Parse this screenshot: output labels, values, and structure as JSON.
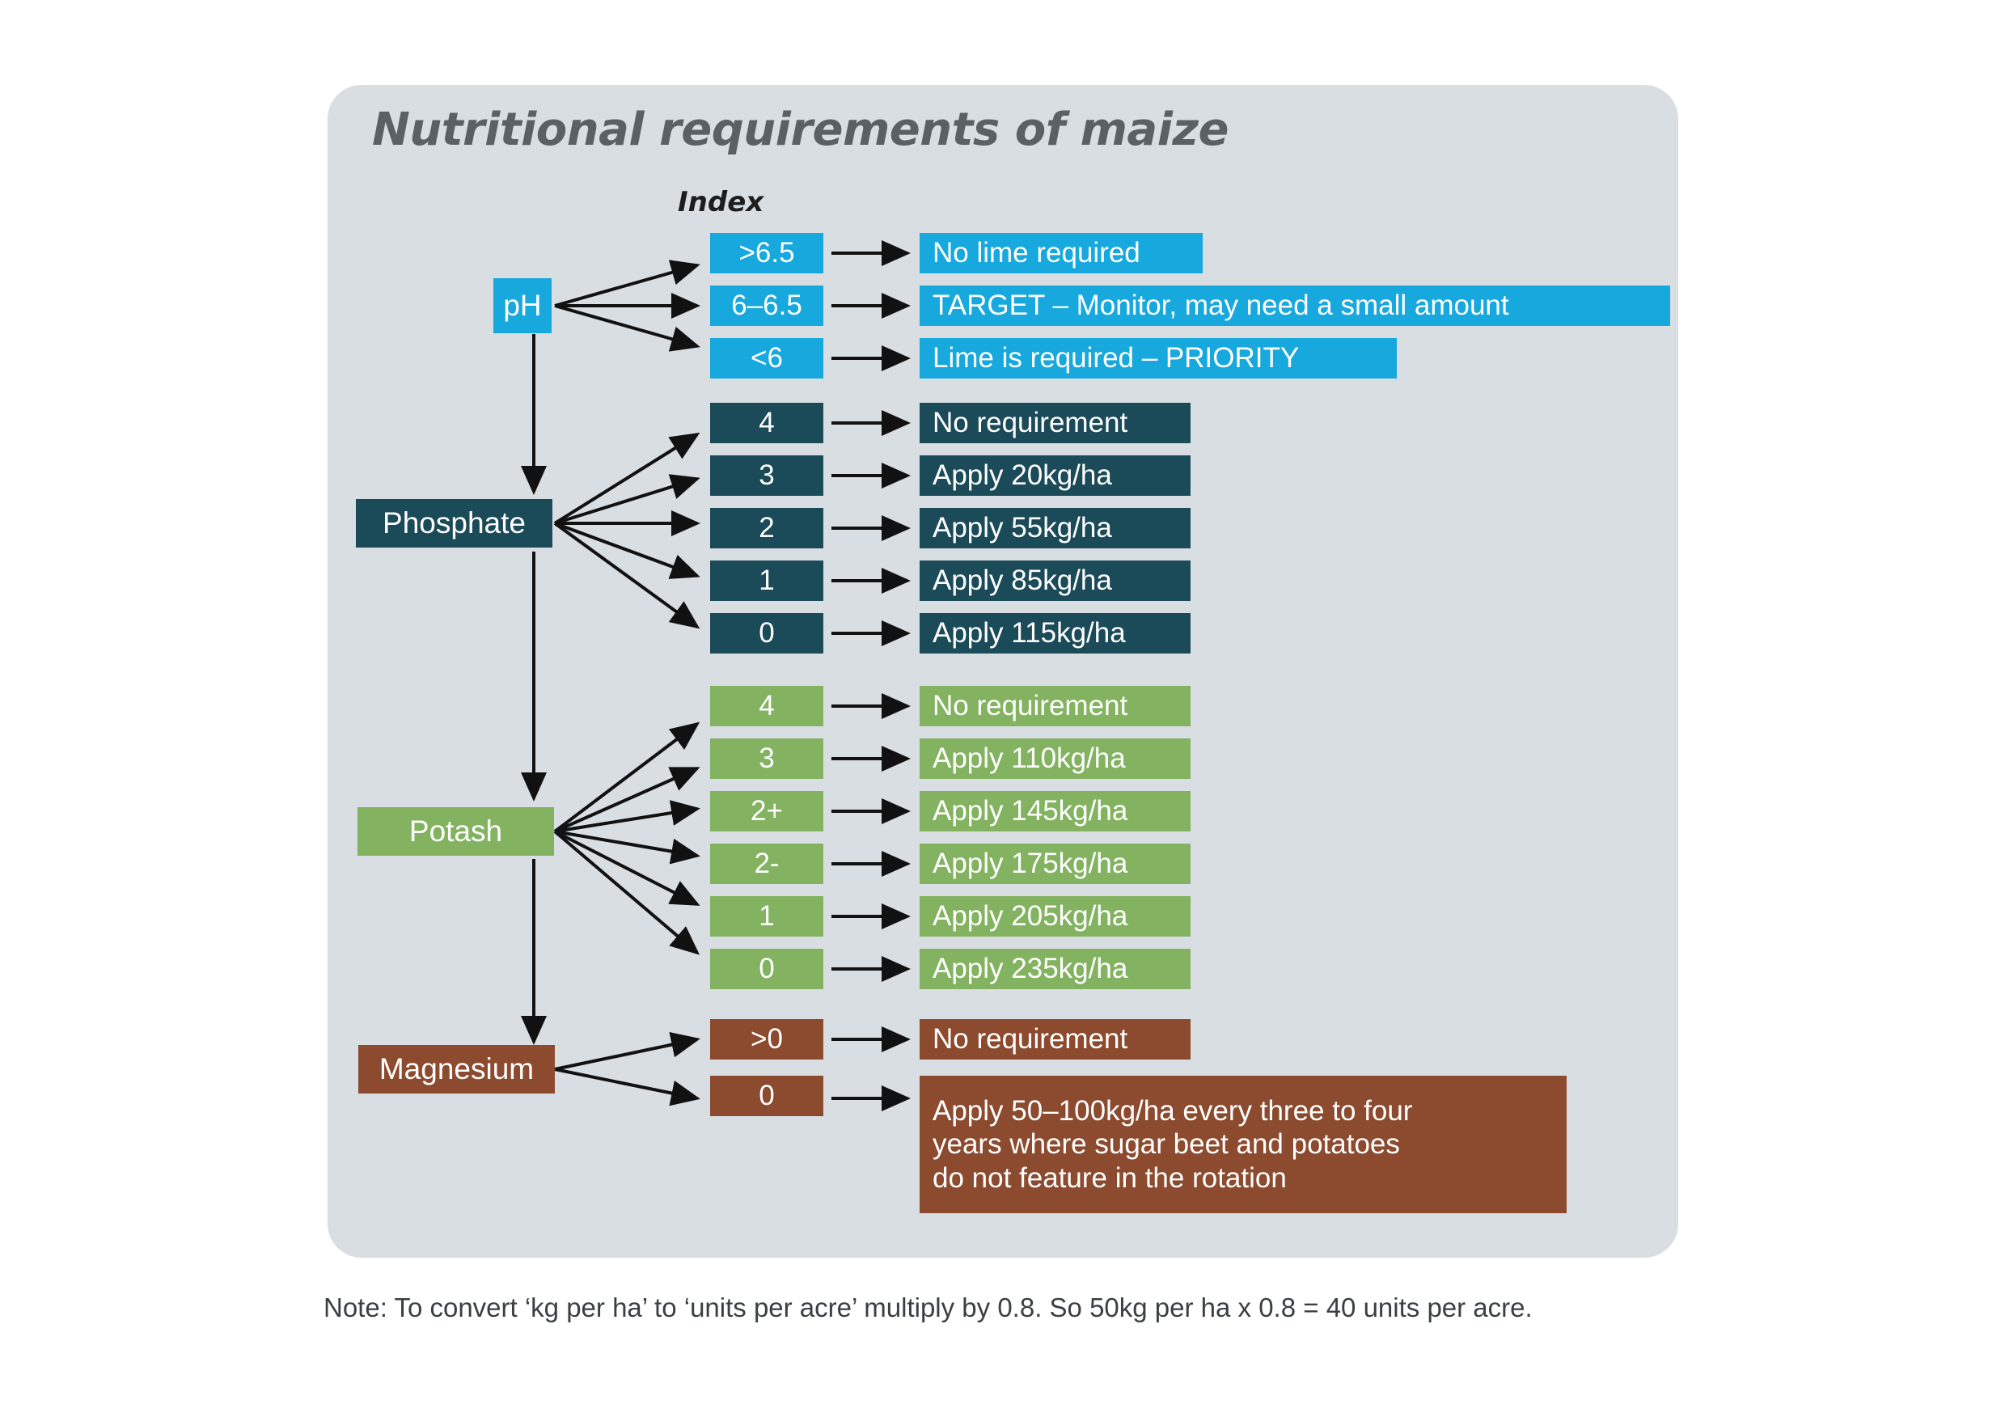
{
  "panel": {
    "title": "Nutritional requirements of maize",
    "index_header": "Index"
  },
  "colors": {
    "background": "#ffffff",
    "panel": "#d9dee3",
    "title_text": "#5b6064",
    "blue": "#17a8dd",
    "teal": "#1b4a58",
    "green": "#83b360",
    "brown": "#8c4b2f",
    "arrow": "#111111",
    "box_text": "#ffffff",
    "note_text": "#3b3f42"
  },
  "groups": [
    {
      "name": "ph",
      "label": "pH",
      "color_key": "blue",
      "rows": [
        {
          "index": ">6.5",
          "outcome": "No lime required"
        },
        {
          "index": "6–6.5",
          "outcome": "TARGET – Monitor, may need a small amount"
        },
        {
          "index": "<6",
          "outcome": "Lime is required – PRIORITY"
        }
      ]
    },
    {
      "name": "phosphate",
      "label": "Phosphate",
      "color_key": "teal",
      "rows": [
        {
          "index": "4",
          "outcome": "No requirement"
        },
        {
          "index": "3",
          "outcome": "Apply 20kg/ha"
        },
        {
          "index": "2",
          "outcome": "Apply 55kg/ha"
        },
        {
          "index": "1",
          "outcome": "Apply 85kg/ha"
        },
        {
          "index": "0",
          "outcome": "Apply 115kg/ha"
        }
      ]
    },
    {
      "name": "potash",
      "label": "Potash",
      "color_key": "green",
      "rows": [
        {
          "index": "4",
          "outcome": "No requirement"
        },
        {
          "index": "3",
          "outcome": "Apply 110kg/ha"
        },
        {
          "index": "2+",
          "outcome": "Apply 145kg/ha"
        },
        {
          "index": "2-",
          "outcome": "Apply 175kg/ha"
        },
        {
          "index": "1",
          "outcome": "Apply 205kg/ha"
        },
        {
          "index": "0",
          "outcome": "Apply 235kg/ha"
        }
      ]
    },
    {
      "name": "magnesium",
      "label": "Magnesium",
      "color_key": "brown",
      "rows": [
        {
          "index": ">0",
          "outcome": "No requirement"
        },
        {
          "index": "0",
          "outcome": "Apply 50–100kg/ha every three to four years where sugar beet and potatoes do not feature in the rotation",
          "outcome_lines": [
            "Apply 50–100kg/ha every three to four",
            "years where sugar beet and potatoes",
            "do not feature in the rotation"
          ]
        }
      ]
    }
  ],
  "note": "Note: To convert ‘kg per ha’ to ‘units per acre’ multiply by 0.8. So 50kg per ha x 0.8 = 40 units per acre."
}
